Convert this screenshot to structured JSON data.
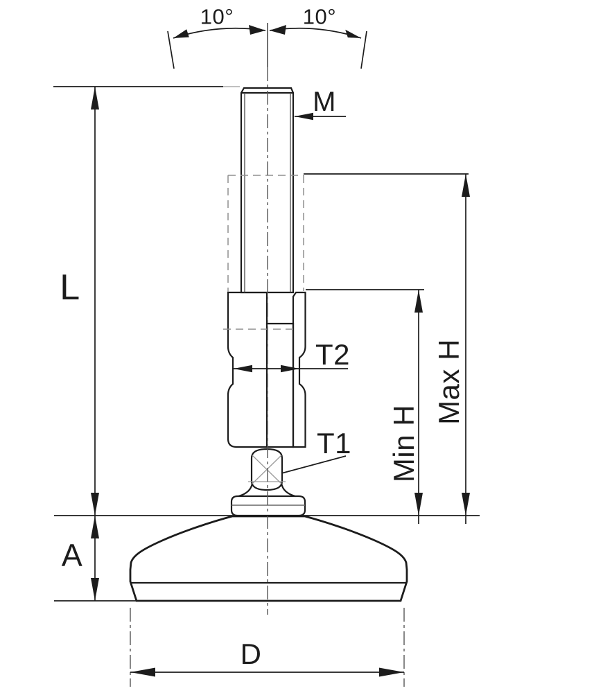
{
  "drawing": {
    "labels": {
      "tilt_left": "10°",
      "tilt_right": "10°",
      "thread": "M",
      "length": "L",
      "wrench_flats": "T2",
      "ball": "T1",
      "min_height": "Min H",
      "max_height": "Max H",
      "base_height": "A",
      "base_diameter": "D"
    },
    "colors": {
      "line": "#1c1c1c",
      "aux": "#9a9a9a",
      "background": "#ffffff"
    }
  }
}
